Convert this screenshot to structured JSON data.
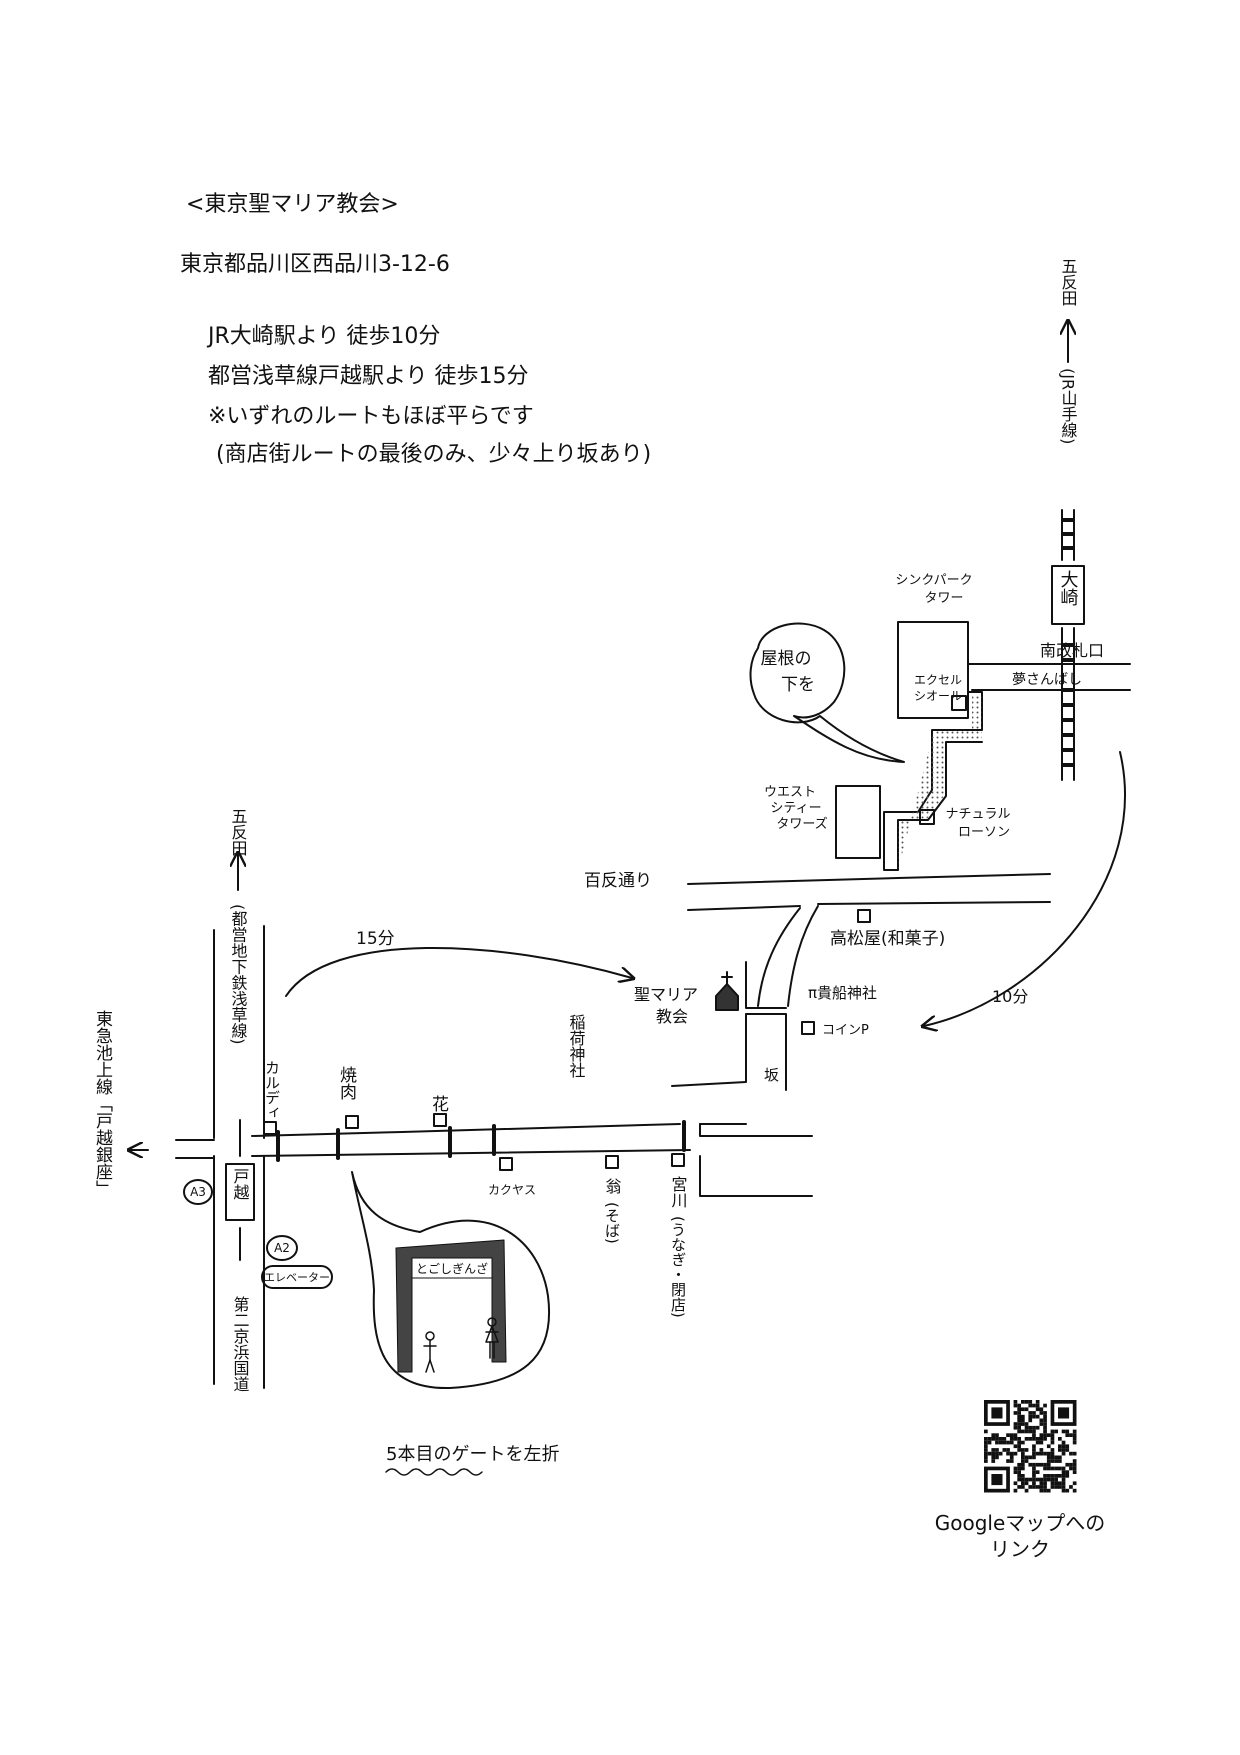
{
  "header": {
    "title": "<東京聖マリア教会>",
    "address": "東京都品川区西品川3-12-6",
    "access_1": "JR大崎駅より 徒歩10分",
    "access_2": "都営浅草線戸越駅より 徒歩15分",
    "note_1": "※いずれのルートもほぼ平らです",
    "note_2": "(商店街ルートの最後のみ、少々上り坂あり)"
  },
  "map": {
    "gotanda_jr": "五反田",
    "jr_line": "(JR山手線)",
    "osaki_station": "大崎",
    "south_exit": "南改札口",
    "yume_bridge": "夢さんばし",
    "think_park_tower": [
      "シンクパーク",
      "タワー"
    ],
    "excel": [
      "エクセル",
      "シオール"
    ],
    "under_roof_bubble": [
      "屋根の",
      "下を"
    ],
    "west_city_towers": [
      "ウエスト",
      "シティー",
      "タワーズ"
    ],
    "natural_lawson": [
      "ナチュラル",
      "ローソン"
    ],
    "hyakutan_dori": "百反通り",
    "takamatsuya": "高松屋(和菓子)",
    "kifune_shrine": "π貴船神社",
    "coin_parking": "コインP",
    "route_10min": "10分",
    "route_15min": "15分",
    "church": [
      "聖マリア",
      "教会"
    ],
    "slope": "坂",
    "inari_shrine": "稲荷神社",
    "gotanda_subway": "五反田",
    "asakusa_line": "(都営地下鉄浅草線)",
    "togoshi_station": "戸越",
    "exit_a3": "A3",
    "exit_a2": "A2",
    "elevator": "エレベーター",
    "daini_keihin": "第二京浜国道",
    "tokyu_line": "東急池上線「戸越銀座」",
    "kaldi": "カルディ",
    "yakiniku": "焼肉",
    "hana": "花",
    "kakuyasu": "カクヤス",
    "okina": "翁",
    "okina_reading": "(そば)",
    "miyagawa": "宮川",
    "miyagawa_note": "(うなぎ・閉店)",
    "gate_sign": "とごしぎんざ",
    "gate_instruction": "5本目のゲートを左折"
  },
  "qr": {
    "caption_line1": "Googleマップへの",
    "caption_line2": "リンク"
  },
  "colors": {
    "ink": "#111111",
    "paper": "#ffffff"
  }
}
